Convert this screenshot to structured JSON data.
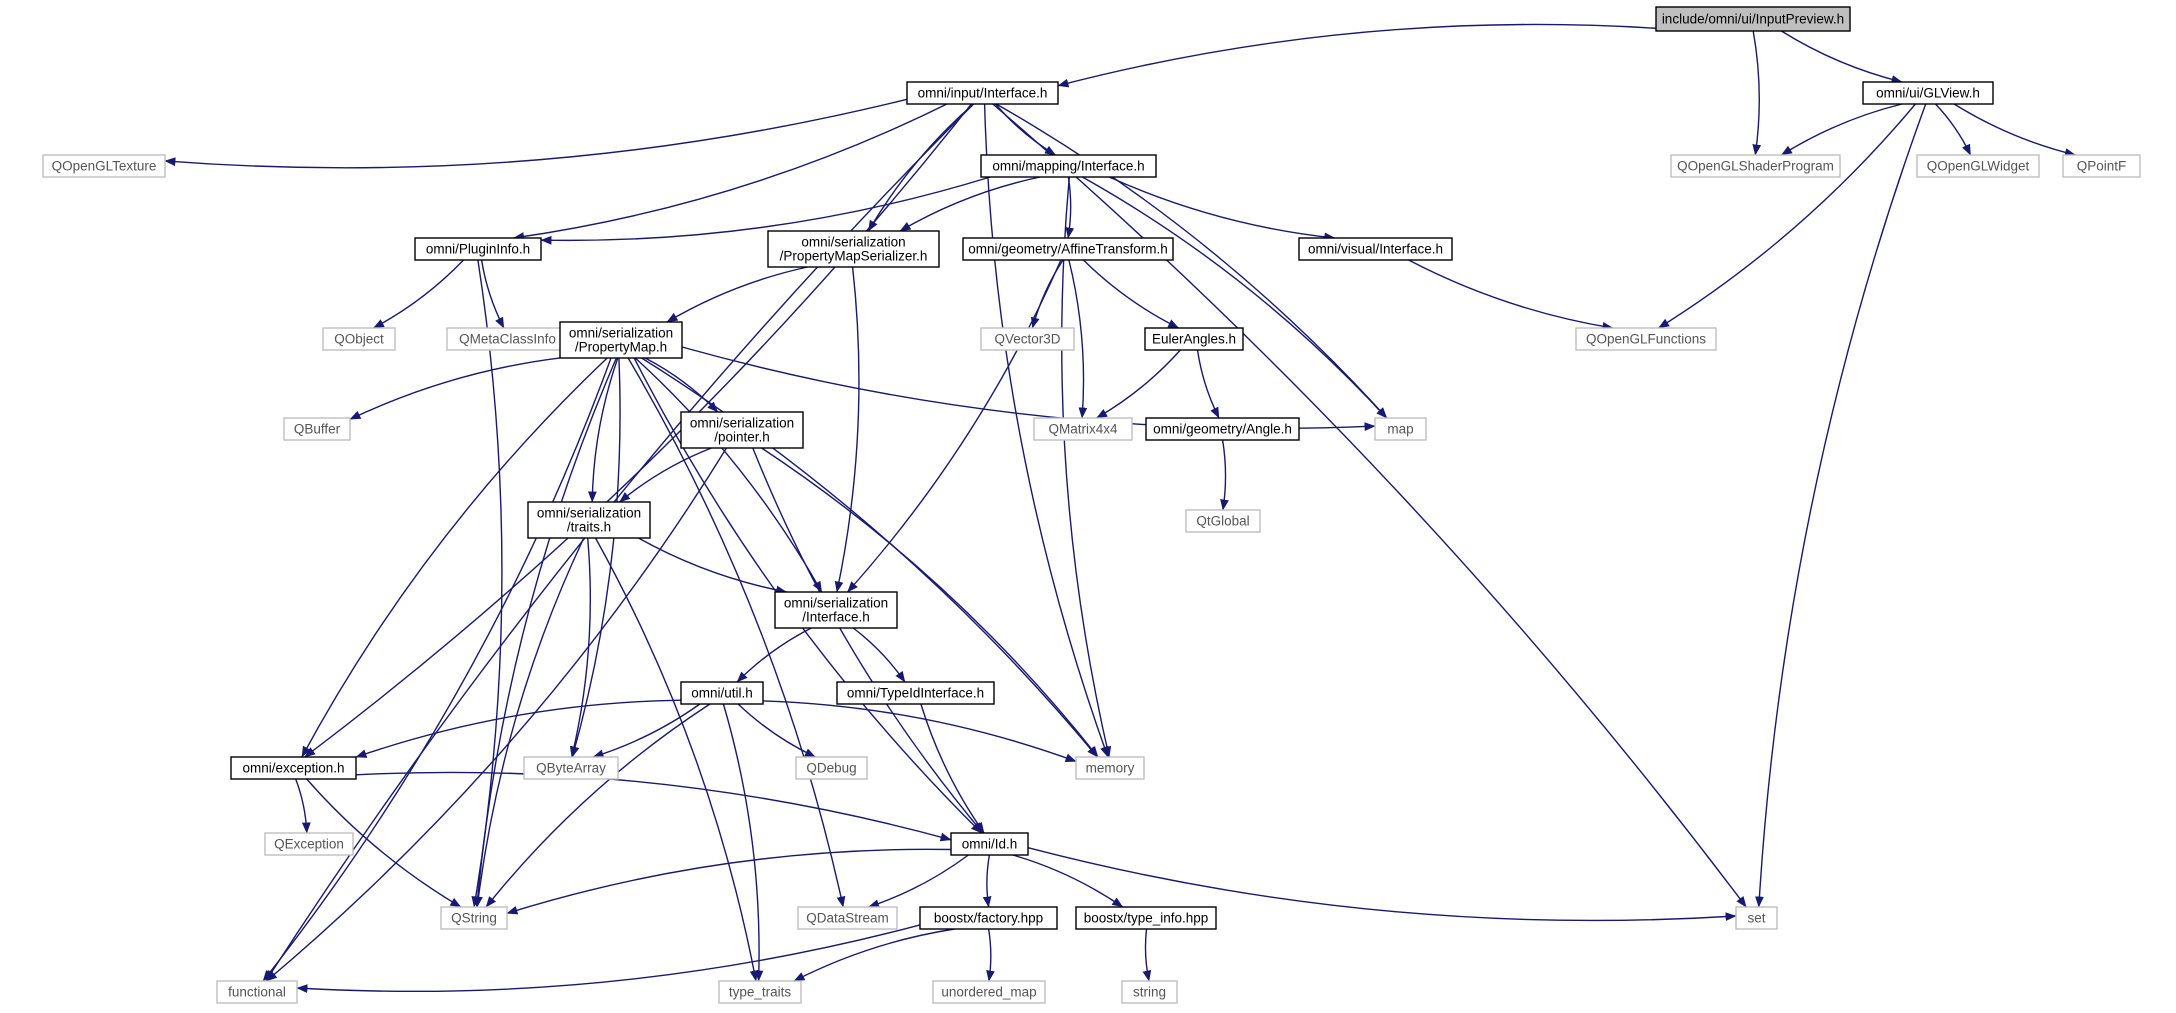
{
  "diagram_type": "include-dependency-graph",
  "colors": {
    "edge": "#191970",
    "root_fill": "#bfbfbf",
    "documented_border": "#000000",
    "external_border": "#bfbfbf",
    "external_text": "#555555",
    "text": "#000000",
    "background": "#ffffff"
  },
  "nodes": [
    {
      "id": "root",
      "lines": [
        "include/omni/ui/InputPreview.h"
      ],
      "kind": "root"
    },
    {
      "id": "input_iface",
      "lines": [
        "omni/input/Interface.h"
      ],
      "kind": "documented"
    },
    {
      "id": "glview",
      "lines": [
        "omni/ui/GLView.h"
      ],
      "kind": "documented"
    },
    {
      "id": "qgltexture",
      "lines": [
        "QOpenGLTexture"
      ],
      "kind": "external"
    },
    {
      "id": "mapping_iface",
      "lines": [
        "omni/mapping/Interface.h"
      ],
      "kind": "documented"
    },
    {
      "id": "qglshader",
      "lines": [
        "QOpenGLShaderProgram"
      ],
      "kind": "external"
    },
    {
      "id": "qglwidget",
      "lines": [
        "QOpenGLWidget"
      ],
      "kind": "external"
    },
    {
      "id": "qpointf",
      "lines": [
        "QPointF"
      ],
      "kind": "external"
    },
    {
      "id": "plugininfo",
      "lines": [
        "omni/PluginInfo.h"
      ],
      "kind": "documented"
    },
    {
      "id": "pmserializer",
      "lines": [
        "omni/serialization",
        "/PropertyMapSerializer.h"
      ],
      "kind": "documented"
    },
    {
      "id": "affine",
      "lines": [
        "omni/geometry/AffineTransform.h"
      ],
      "kind": "documented"
    },
    {
      "id": "visual_iface",
      "lines": [
        "omni/visual/Interface.h"
      ],
      "kind": "documented"
    },
    {
      "id": "qobject",
      "lines": [
        "QObject"
      ],
      "kind": "external"
    },
    {
      "id": "qmetaclass",
      "lines": [
        "QMetaClassInfo"
      ],
      "kind": "external"
    },
    {
      "id": "propertymap",
      "lines": [
        "omni/serialization",
        "/PropertyMap.h"
      ],
      "kind": "documented"
    },
    {
      "id": "qvector3d",
      "lines": [
        "QVector3D"
      ],
      "kind": "external"
    },
    {
      "id": "euler",
      "lines": [
        "EulerAngles.h"
      ],
      "kind": "documented"
    },
    {
      "id": "qglfunctions",
      "lines": [
        "QOpenGLFunctions"
      ],
      "kind": "external"
    },
    {
      "id": "qbuffer",
      "lines": [
        "QBuffer"
      ],
      "kind": "external"
    },
    {
      "id": "pointer",
      "lines": [
        "omni/serialization",
        "/pointer.h"
      ],
      "kind": "documented"
    },
    {
      "id": "qmatrix",
      "lines": [
        "QMatrix4x4"
      ],
      "kind": "external"
    },
    {
      "id": "angle",
      "lines": [
        "omni/geometry/Angle.h"
      ],
      "kind": "documented"
    },
    {
      "id": "map",
      "lines": [
        "map"
      ],
      "kind": "external"
    },
    {
      "id": "qtglobal",
      "lines": [
        "QtGlobal"
      ],
      "kind": "external"
    },
    {
      "id": "traits",
      "lines": [
        "omni/serialization",
        "/traits.h"
      ],
      "kind": "documented"
    },
    {
      "id": "ser_iface",
      "lines": [
        "omni/serialization",
        "/Interface.h"
      ],
      "kind": "documented"
    },
    {
      "id": "util",
      "lines": [
        "omni/util.h"
      ],
      "kind": "documented"
    },
    {
      "id": "typeid",
      "lines": [
        "omni/TypeIdInterface.h"
      ],
      "kind": "documented"
    },
    {
      "id": "exception",
      "lines": [
        "omni/exception.h"
      ],
      "kind": "documented"
    },
    {
      "id": "qbytearray",
      "lines": [
        "QByteArray"
      ],
      "kind": "external"
    },
    {
      "id": "qdebug",
      "lines": [
        "QDebug"
      ],
      "kind": "external"
    },
    {
      "id": "memory",
      "lines": [
        "memory"
      ],
      "kind": "external"
    },
    {
      "id": "qexception",
      "lines": [
        "QException"
      ],
      "kind": "external"
    },
    {
      "id": "id",
      "lines": [
        "omni/Id.h"
      ],
      "kind": "documented"
    },
    {
      "id": "qstring",
      "lines": [
        "QString"
      ],
      "kind": "external"
    },
    {
      "id": "qdatastream",
      "lines": [
        "QDataStream"
      ],
      "kind": "external"
    },
    {
      "id": "factory",
      "lines": [
        "boostx/factory.hpp"
      ],
      "kind": "documented"
    },
    {
      "id": "typeinfo",
      "lines": [
        "boostx/type_info.hpp"
      ],
      "kind": "documented"
    },
    {
      "id": "set",
      "lines": [
        "set"
      ],
      "kind": "external"
    },
    {
      "id": "functional",
      "lines": [
        "functional"
      ],
      "kind": "external"
    },
    {
      "id": "type_traits",
      "lines": [
        "type_traits"
      ],
      "kind": "external"
    },
    {
      "id": "unordered_map",
      "lines": [
        "unordered_map"
      ],
      "kind": "external"
    },
    {
      "id": "string",
      "lines": [
        "string"
      ],
      "kind": "external"
    }
  ],
  "edges": [
    [
      "root",
      "input_iface"
    ],
    [
      "root",
      "qglshader"
    ],
    [
      "root",
      "glview"
    ],
    [
      "input_iface",
      "qgltexture"
    ],
    [
      "input_iface",
      "mapping_iface"
    ],
    [
      "input_iface",
      "plugininfo"
    ],
    [
      "input_iface",
      "pmserializer"
    ],
    [
      "input_iface",
      "exception"
    ],
    [
      "input_iface",
      "functional"
    ],
    [
      "input_iface",
      "map"
    ],
    [
      "input_iface",
      "memory"
    ],
    [
      "input_iface",
      "set"
    ],
    [
      "glview",
      "qglshader"
    ],
    [
      "glview",
      "qglwidget"
    ],
    [
      "glview",
      "qpointf"
    ],
    [
      "glview",
      "qglfunctions"
    ],
    [
      "glview",
      "set"
    ],
    [
      "mapping_iface",
      "plugininfo"
    ],
    [
      "mapping_iface",
      "pmserializer"
    ],
    [
      "mapping_iface",
      "affine"
    ],
    [
      "mapping_iface",
      "visual_iface"
    ],
    [
      "mapping_iface",
      "map"
    ],
    [
      "mapping_iface",
      "memory"
    ],
    [
      "plugininfo",
      "qobject"
    ],
    [
      "plugininfo",
      "qmetaclass"
    ],
    [
      "plugininfo",
      "qstring"
    ],
    [
      "pmserializer",
      "propertymap"
    ],
    [
      "pmserializer",
      "ser_iface"
    ],
    [
      "affine",
      "qvector3d"
    ],
    [
      "affine",
      "qmatrix"
    ],
    [
      "affine",
      "euler"
    ],
    [
      "affine",
      "ser_iface"
    ],
    [
      "visual_iface",
      "qglfunctions"
    ],
    [
      "euler",
      "qmatrix"
    ],
    [
      "euler",
      "angle"
    ],
    [
      "angle",
      "qtglobal"
    ],
    [
      "propertymap",
      "qbuffer"
    ],
    [
      "propertymap",
      "pointer"
    ],
    [
      "propertymap",
      "traits"
    ],
    [
      "propertymap",
      "ser_iface"
    ],
    [
      "propertymap",
      "exception"
    ],
    [
      "propertymap",
      "qbytearray"
    ],
    [
      "propertymap",
      "qstring"
    ],
    [
      "propertymap",
      "qdatastream"
    ],
    [
      "propertymap",
      "id"
    ],
    [
      "propertymap",
      "memory"
    ],
    [
      "propertymap",
      "map"
    ],
    [
      "propertymap",
      "functional"
    ],
    [
      "pointer",
      "traits"
    ],
    [
      "pointer",
      "memory"
    ],
    [
      "pointer",
      "id"
    ],
    [
      "pointer",
      "functional"
    ],
    [
      "traits",
      "ser_iface"
    ],
    [
      "traits",
      "qbytearray"
    ],
    [
      "traits",
      "qstring"
    ],
    [
      "traits",
      "type_traits"
    ],
    [
      "ser_iface",
      "util"
    ],
    [
      "ser_iface",
      "typeid"
    ],
    [
      "util",
      "exception"
    ],
    [
      "util",
      "qbytearray"
    ],
    [
      "util",
      "qdebug"
    ],
    [
      "util",
      "memory"
    ],
    [
      "util",
      "qstring"
    ],
    [
      "util",
      "type_traits"
    ],
    [
      "typeid",
      "id"
    ],
    [
      "exception",
      "qexception"
    ],
    [
      "exception",
      "qstring"
    ],
    [
      "exception",
      "id"
    ],
    [
      "id",
      "qstring"
    ],
    [
      "id",
      "qdatastream"
    ],
    [
      "id",
      "factory"
    ],
    [
      "id",
      "typeinfo"
    ],
    [
      "id",
      "set"
    ],
    [
      "factory",
      "functional"
    ],
    [
      "factory",
      "type_traits"
    ],
    [
      "factory",
      "unordered_map"
    ],
    [
      "typeinfo",
      "string"
    ]
  ]
}
